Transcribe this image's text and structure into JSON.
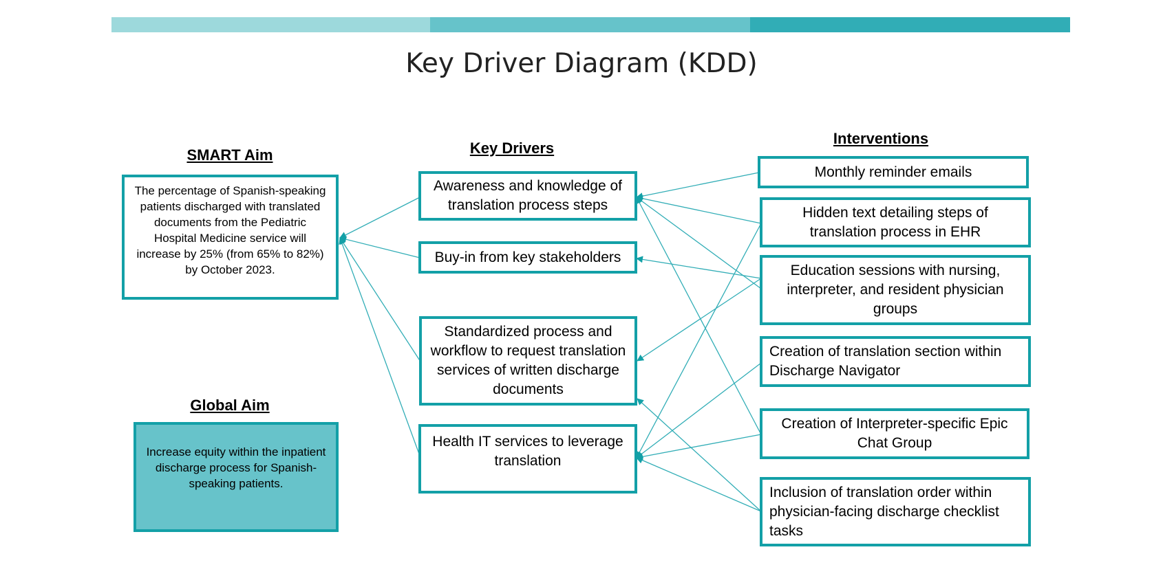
{
  "title": "Key Driver Diagram (KDD)",
  "smart_aim": {
    "heading": "SMART Aim",
    "text": "The percentage of Spanish-speaking patients discharged with translated documents from the Pediatric Hospital Medicine service will increase by 25% (from 65% to 82%) by October 2023."
  },
  "global_aim": {
    "heading": "Global Aim",
    "text": "Increase equity within the inpatient discharge process for Spanish-speaking patients."
  },
  "key_drivers": {
    "heading": "Key Drivers",
    "items": [
      "Awareness and knowledge of translation process steps",
      "Buy-in from key stakeholders",
      "Standardized process and workflow to request translation services of written discharge documents",
      "Health IT services to leverage translation"
    ]
  },
  "interventions": {
    "heading": "Interventions",
    "items": [
      "Monthly reminder emails",
      "Hidden text detailing steps of translation process in EHR",
      "Education sessions with nursing, interpreter, and resident physician groups",
      "Creation of translation section within Discharge Navigator",
      "Creation of Interpreter-specific Epic Chat Group",
      "Inclusion of translation order within physician-facing discharge checklist tasks"
    ]
  },
  "colors": {
    "accent": "#13a0a7",
    "bar_light": "#9dd9dc",
    "bar_mid": "#66c3ca",
    "bar_dark": "#31adb6",
    "global_fill": "#67c3ca"
  }
}
